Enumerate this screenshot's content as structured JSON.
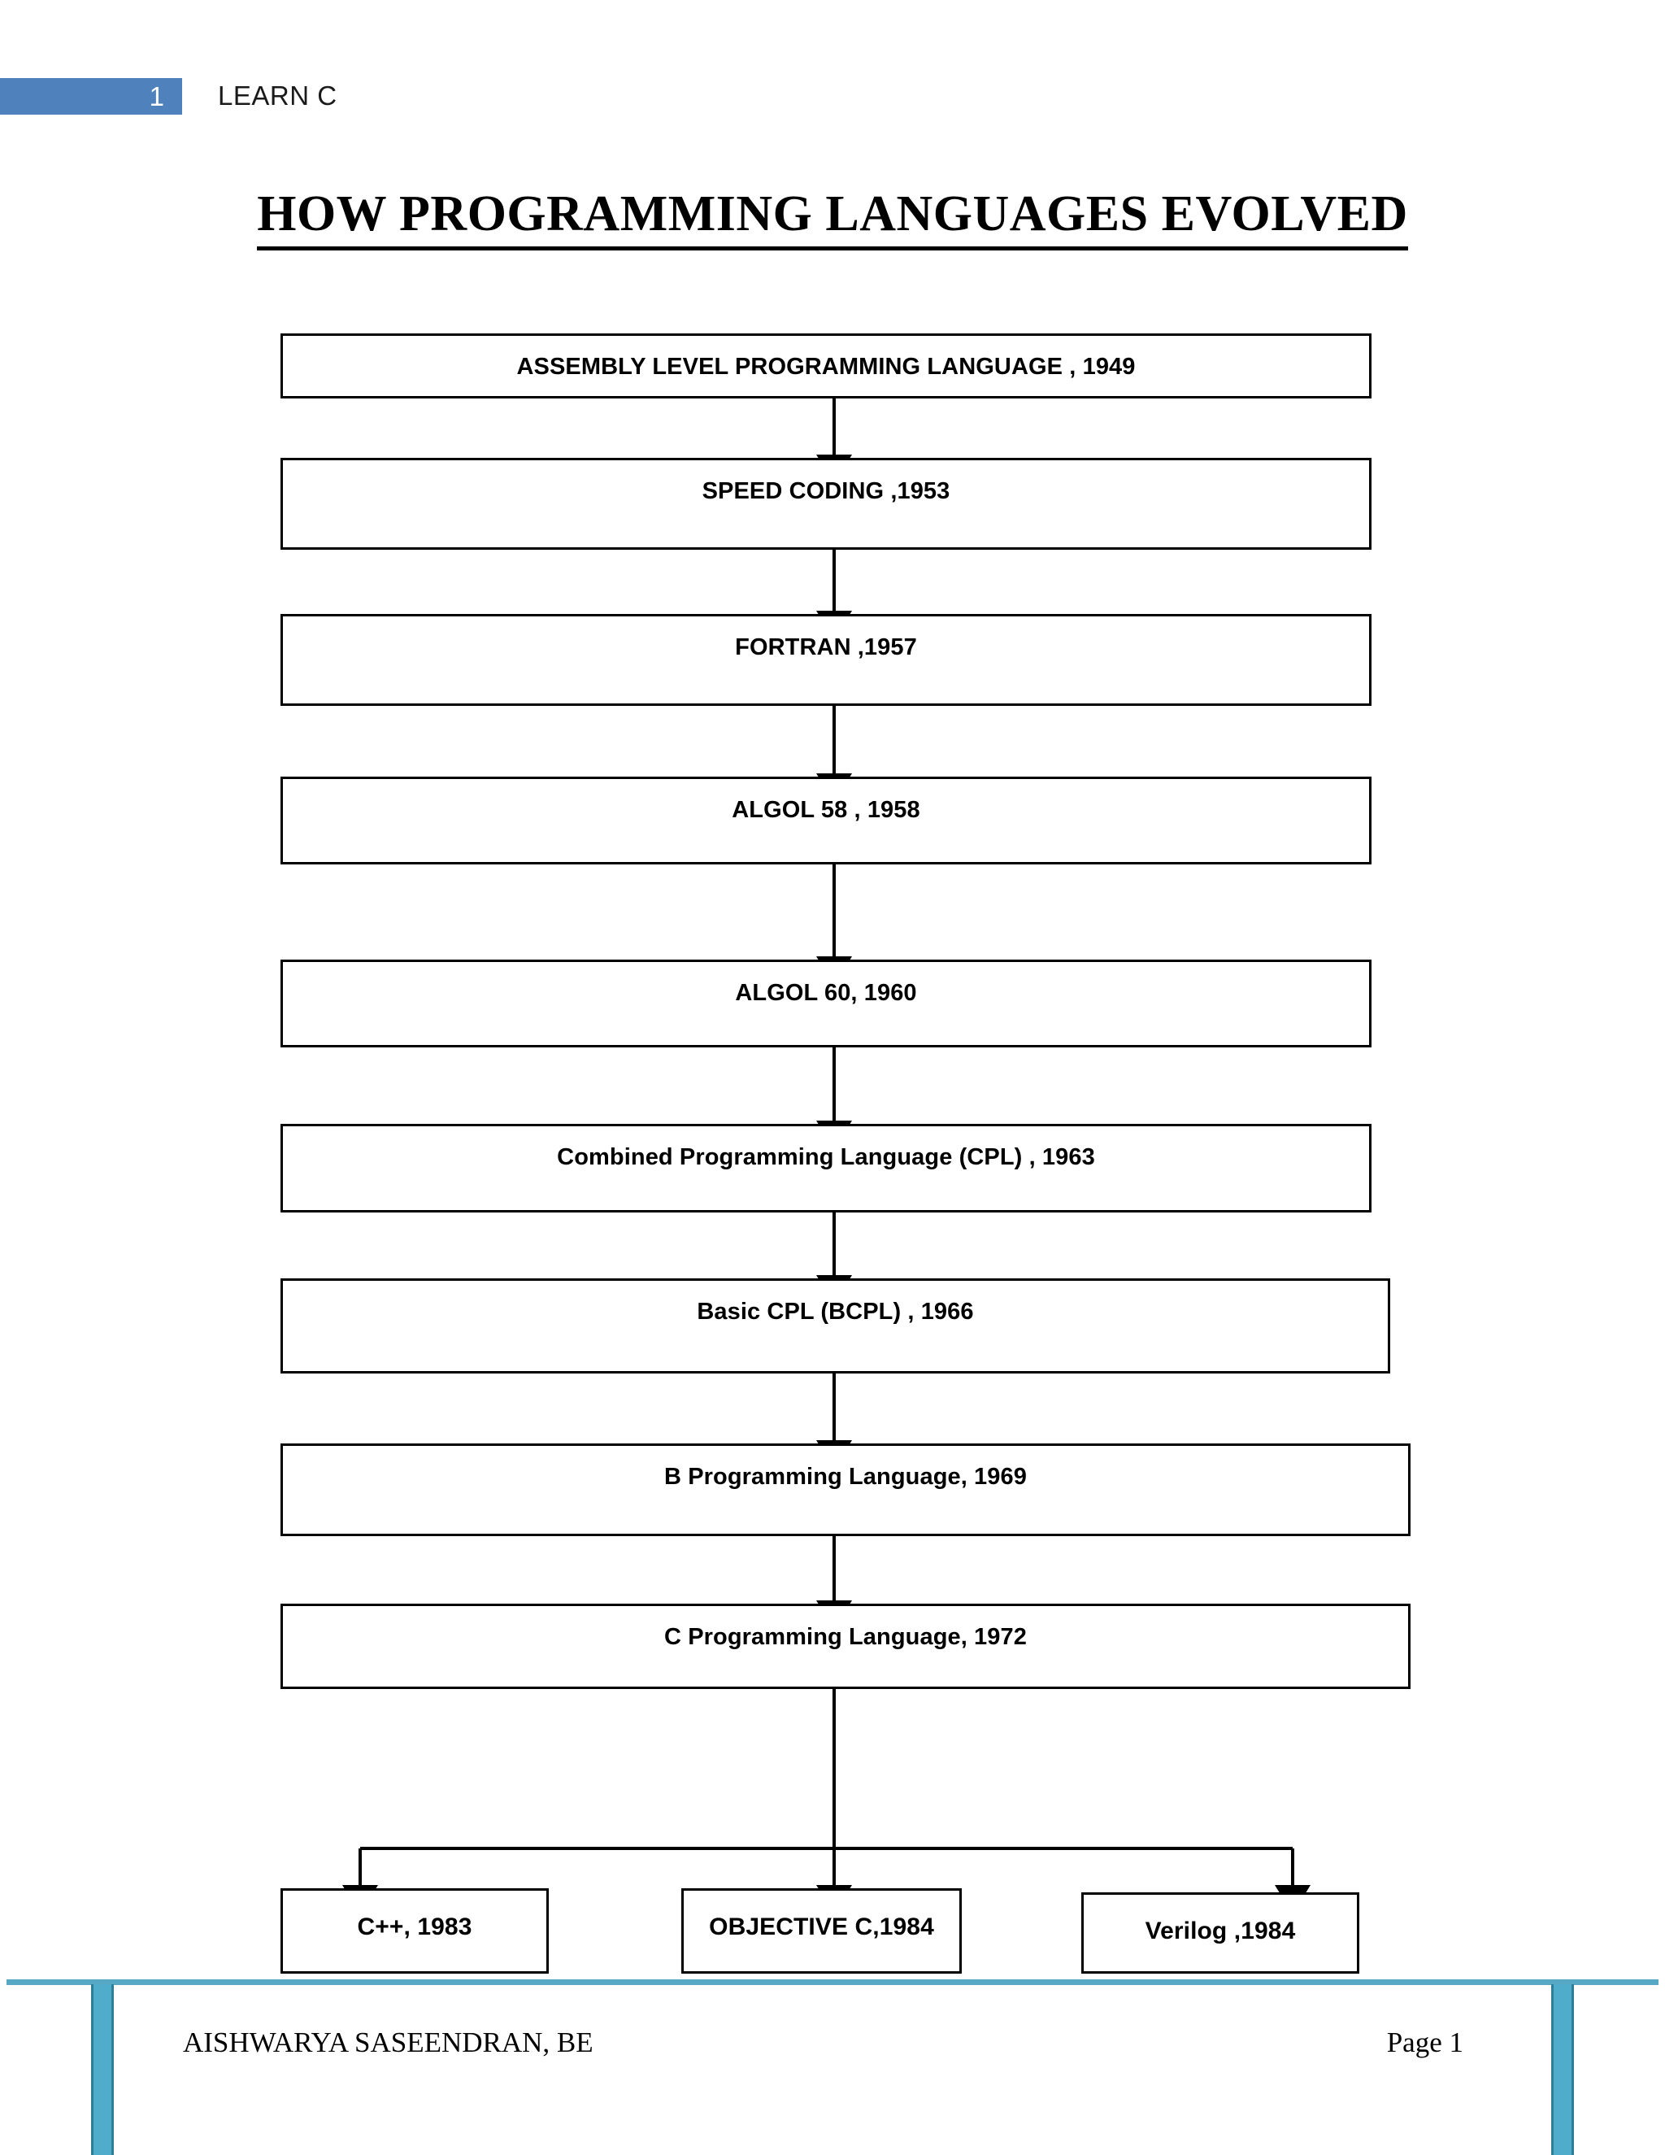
{
  "header": {
    "page_marker": "1",
    "doc_label": "LEARN C",
    "accent_color": "#4F81BD"
  },
  "title": "HOW PROGRAMMING LANGUAGES EVOLVED",
  "flowchart": {
    "type": "flowchart",
    "orientation": "top-to-bottom",
    "chain": [
      {
        "id": "assembly",
        "label": "ASSEMBLY LEVEL PROGRAMMING LANGUAGE , 1949"
      },
      {
        "id": "speedcoding",
        "label": "SPEED CODING ,1953"
      },
      {
        "id": "fortran",
        "label": "FORTRAN ,1957"
      },
      {
        "id": "algol58",
        "label": "ALGOL 58 , 1958"
      },
      {
        "id": "algol60",
        "label": "ALGOL 60, 1960"
      },
      {
        "id": "cpl",
        "label": "Combined Programming Language (CPL) , 1963"
      },
      {
        "id": "bcpl",
        "label": "Basic CPL (BCPL) , 1966"
      },
      {
        "id": "b",
        "label": "B Programming Language, 1969"
      },
      {
        "id": "c",
        "label": "C Programming Language, 1972"
      }
    ],
    "branches": [
      {
        "id": "cpp",
        "label": "C++, 1983"
      },
      {
        "id": "objc",
        "label": "OBJECTIVE C,1984"
      },
      {
        "id": "verilog",
        "label": "Verilog ,1984"
      }
    ]
  },
  "footer": {
    "author": "AISHWARYA SASEENDRAN, BE",
    "page": "Page 1",
    "accent_color": "#4FADCB"
  }
}
